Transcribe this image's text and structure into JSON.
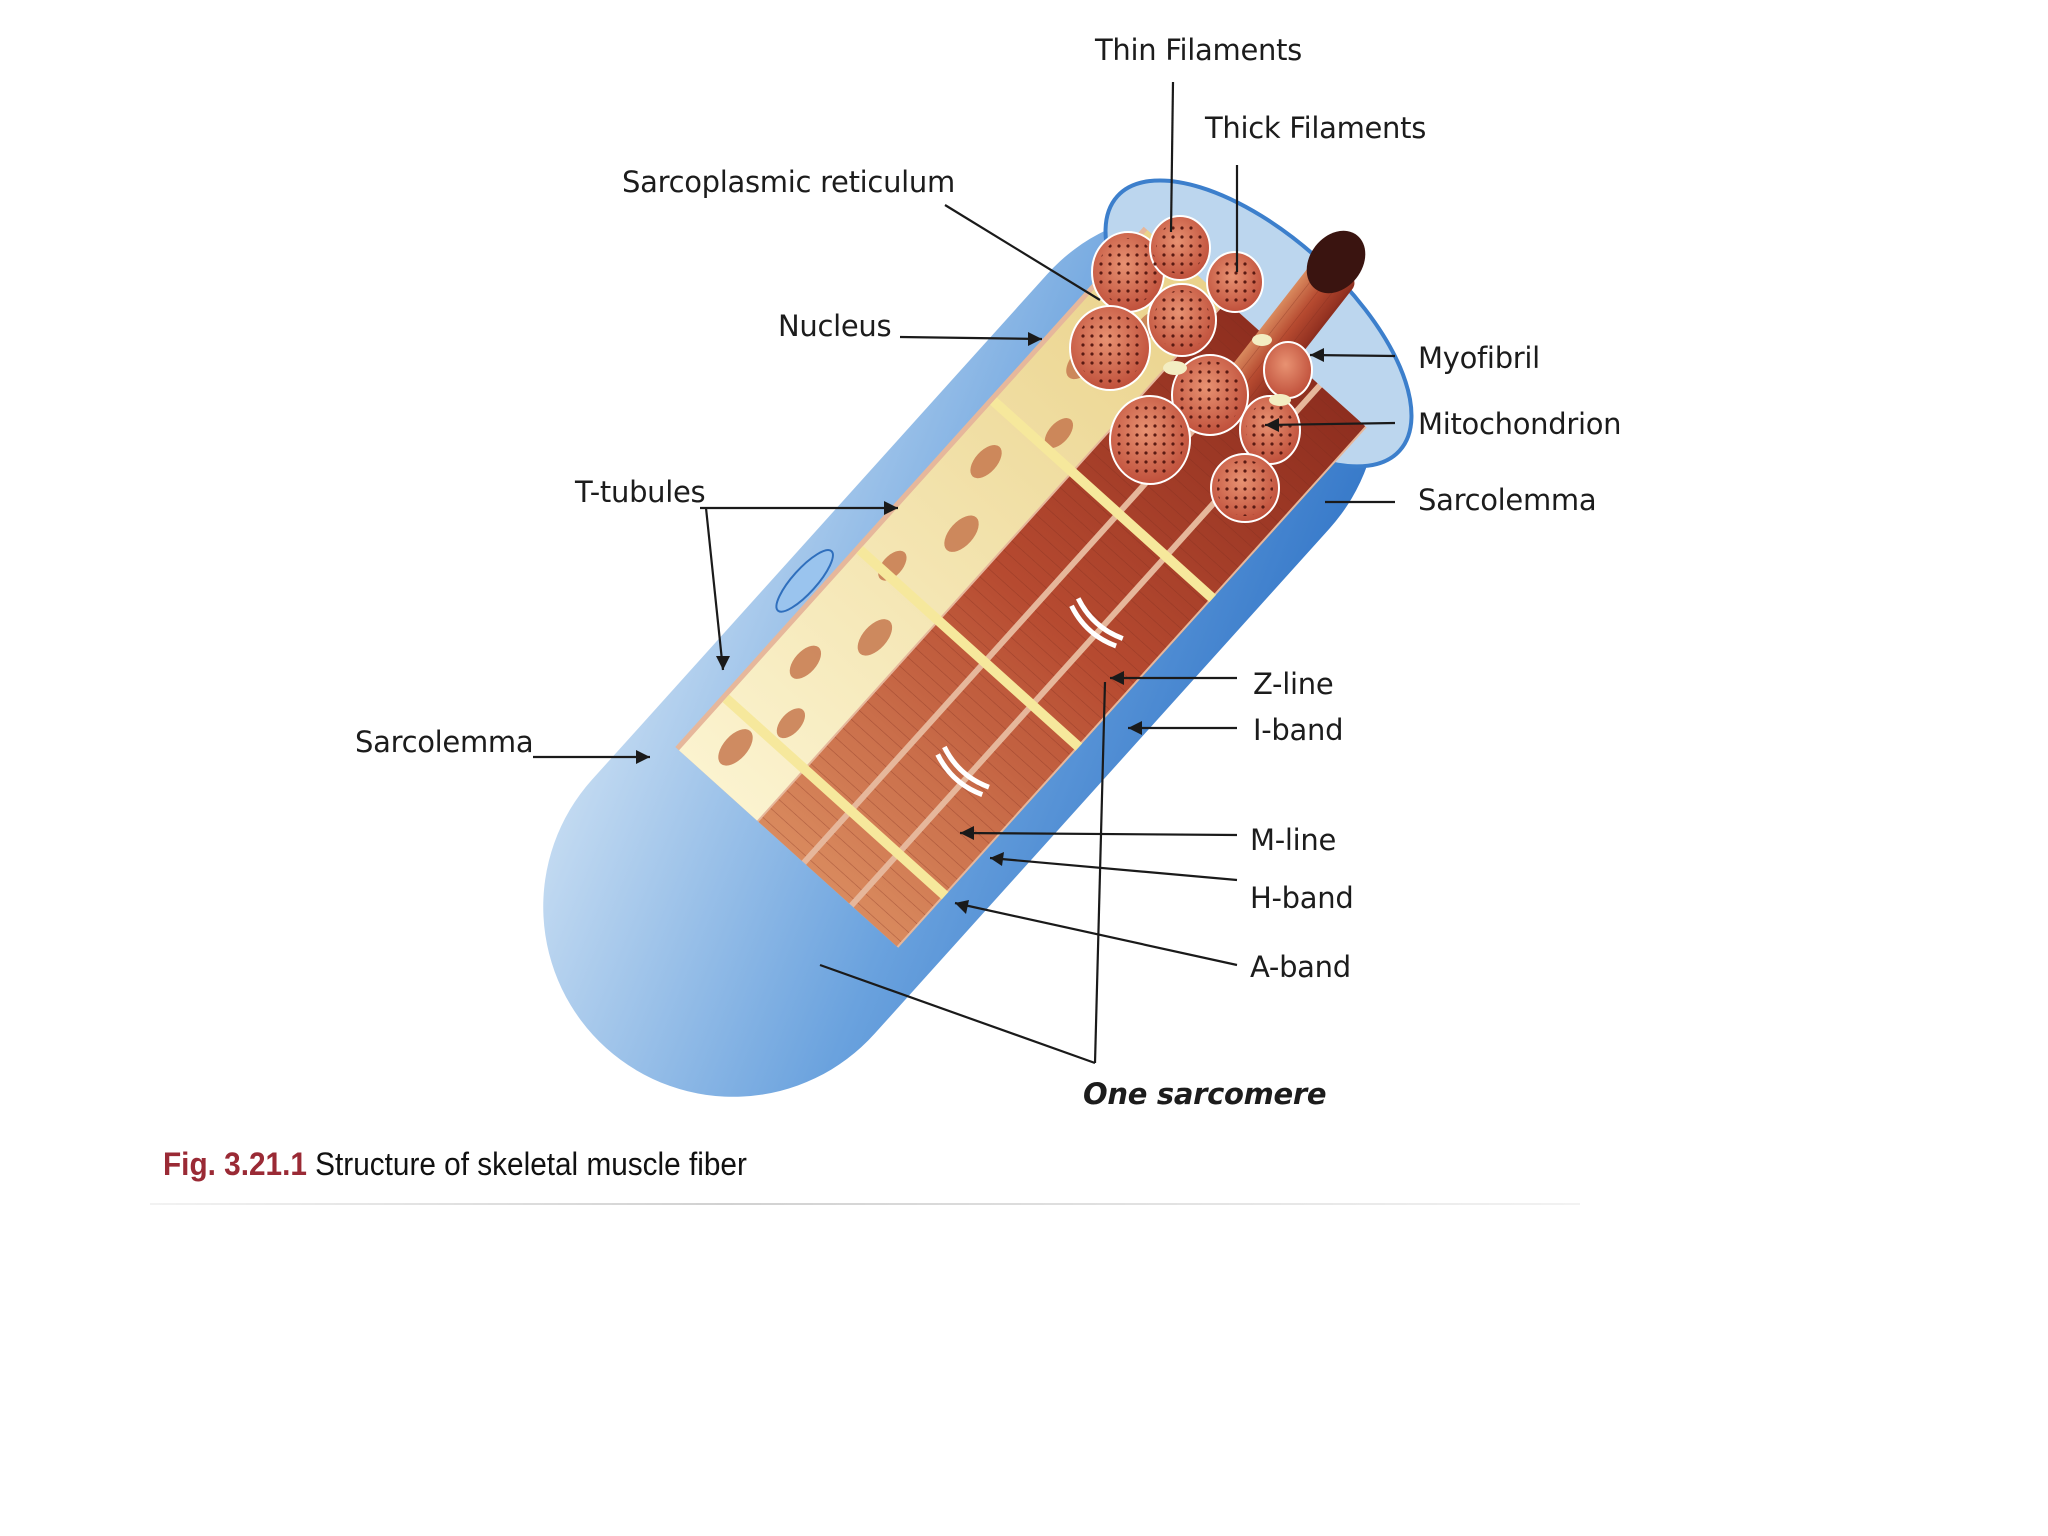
{
  "labels": {
    "thin_filaments": "Thin Filaments",
    "thick_filaments": "Thick Filaments",
    "sarcoplasmic_reticulum": "Sarcoplasmic reticulum",
    "nucleus": "Nucleus",
    "myofibril": "Myofibril",
    "mitochondrion": "Mitochondrion",
    "sarcolemma_right": "Sarcolemma",
    "t_tubules": "T-tubules",
    "sarcolemma_left": "Sarcolemma",
    "z_line": "Z-line",
    "i_band": "I-band",
    "m_line": "M-line",
    "h_band": "H-band",
    "a_band": "A-band",
    "one_sarcomere": "One sarcomere"
  },
  "caption": {
    "number": "Fig. 3.21.1",
    "text": "Structure of skeletal muscle fiber"
  },
  "colors": {
    "sarcolemma_blue": "#4d8fd6",
    "myofibril_red": "#b5482e",
    "reticulum_yellow": "#f2e2a0",
    "caption_accent": "#9a2a35"
  }
}
